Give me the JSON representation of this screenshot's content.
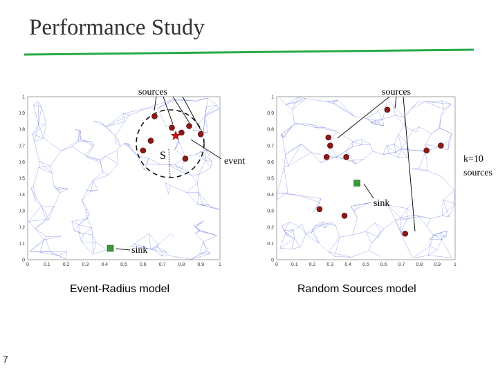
{
  "slide": {
    "title": "Performance Study",
    "page_number": "7",
    "accent_color": "#22aa44"
  },
  "left_panel": {
    "caption": "Event-Radius model",
    "x_ticks": [
      "0",
      "0.1",
      "0.2",
      "0.3",
      "0.4",
      "0.5",
      "0.6",
      "0.7",
      "0.8",
      "0.9",
      "1"
    ],
    "y_ticks": [
      "0",
      "0.1",
      "0.2",
      "0.3",
      "0.4",
      "0.5",
      "0.6",
      "0.7",
      "0.8",
      "0.9",
      "1"
    ],
    "labels": {
      "sources": "sources",
      "event": "event",
      "sink": "sink",
      "radius": "S"
    },
    "sources": [
      [
        0.66,
        0.88
      ],
      [
        0.75,
        0.81
      ],
      [
        0.84,
        0.82
      ],
      [
        0.8,
        0.78
      ],
      [
        0.9,
        0.77
      ],
      [
        0.64,
        0.73
      ],
      [
        0.6,
        0.67
      ],
      [
        0.82,
        0.62
      ]
    ],
    "event": [
      0.77,
      0.76
    ],
    "sink": [
      0.43,
      0.07
    ]
  },
  "right_panel": {
    "caption": "Random Sources model",
    "x_ticks": [
      "0",
      "0.1",
      "0.2",
      "0.3",
      "0.4",
      "0.5",
      "0.6",
      "0.7",
      "0.8",
      "0.9",
      "1"
    ],
    "y_ticks": [
      "0",
      "0.1",
      "0.2",
      "0.3",
      "0.4",
      "0.5",
      "0.6",
      "0.7",
      "0.8",
      "0.9",
      "1"
    ],
    "labels": {
      "sources": "sources",
      "sink": "sink",
      "k": "k=10",
      "k_sub": "sources"
    },
    "sources": [
      [
        0.62,
        0.92
      ],
      [
        0.29,
        0.75
      ],
      [
        0.3,
        0.7
      ],
      [
        0.28,
        0.63
      ],
      [
        0.39,
        0.63
      ],
      [
        0.84,
        0.67
      ],
      [
        0.92,
        0.7
      ],
      [
        0.24,
        0.31
      ],
      [
        0.38,
        0.27
      ],
      [
        0.72,
        0.16
      ]
    ],
    "sink": [
      0.45,
      0.47
    ]
  }
}
